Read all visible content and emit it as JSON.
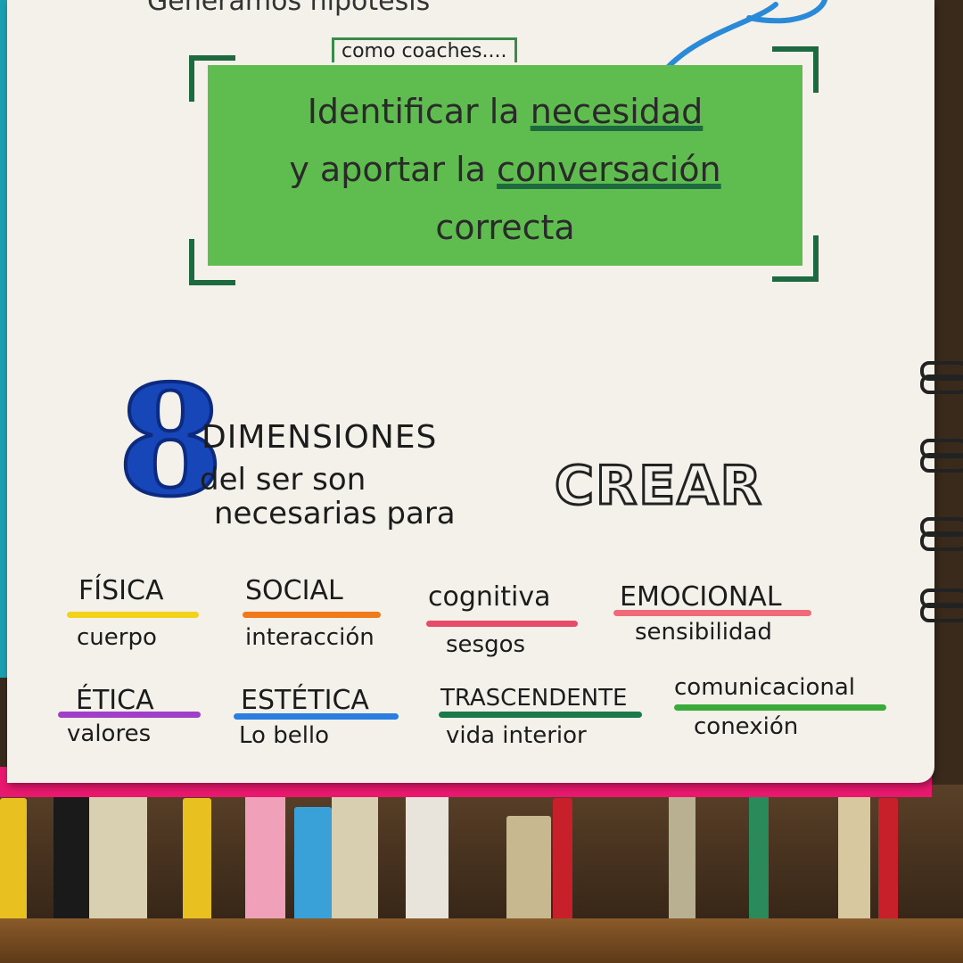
{
  "header": {
    "top_text": "Generamos hipótesis",
    "coaches_label": "como coaches....",
    "box_lines": [
      "Identificar la necesidad",
      "y aportar la conversación",
      "correcta"
    ],
    "box_underlined": [
      "necesidad",
      "conversación"
    ]
  },
  "title": {
    "number": "8",
    "line1": "DIMENSIONES",
    "line2": "del ser son",
    "line3": "necesarias para",
    "highlight": "CREAR"
  },
  "dimensions": [
    {
      "name": "FÍSICA",
      "sub": "cuerpo",
      "color": "#f2d21b"
    },
    {
      "name": "SOCIAL",
      "sub": "interacción",
      "color": "#f07a1a"
    },
    {
      "name": "cognitiva",
      "sub": "sesgos",
      "color": "#e84a6a"
    },
    {
      "name": "EMOCIONAL",
      "sub": "sensibilidad",
      "color": "#f06a7a"
    },
    {
      "name": "ÉTICA",
      "sub": "valores",
      "color": "#a040c8"
    },
    {
      "name": "ESTÉTICA",
      "sub": "Lo bello",
      "color": "#2a7ee0"
    },
    {
      "name": "TRASCENDENTE",
      "sub": "vida interior",
      "color": "#1a7a4a"
    },
    {
      "name": "comunicacional",
      "sub": "conexión",
      "color": "#3aaa3a"
    }
  ]
}
